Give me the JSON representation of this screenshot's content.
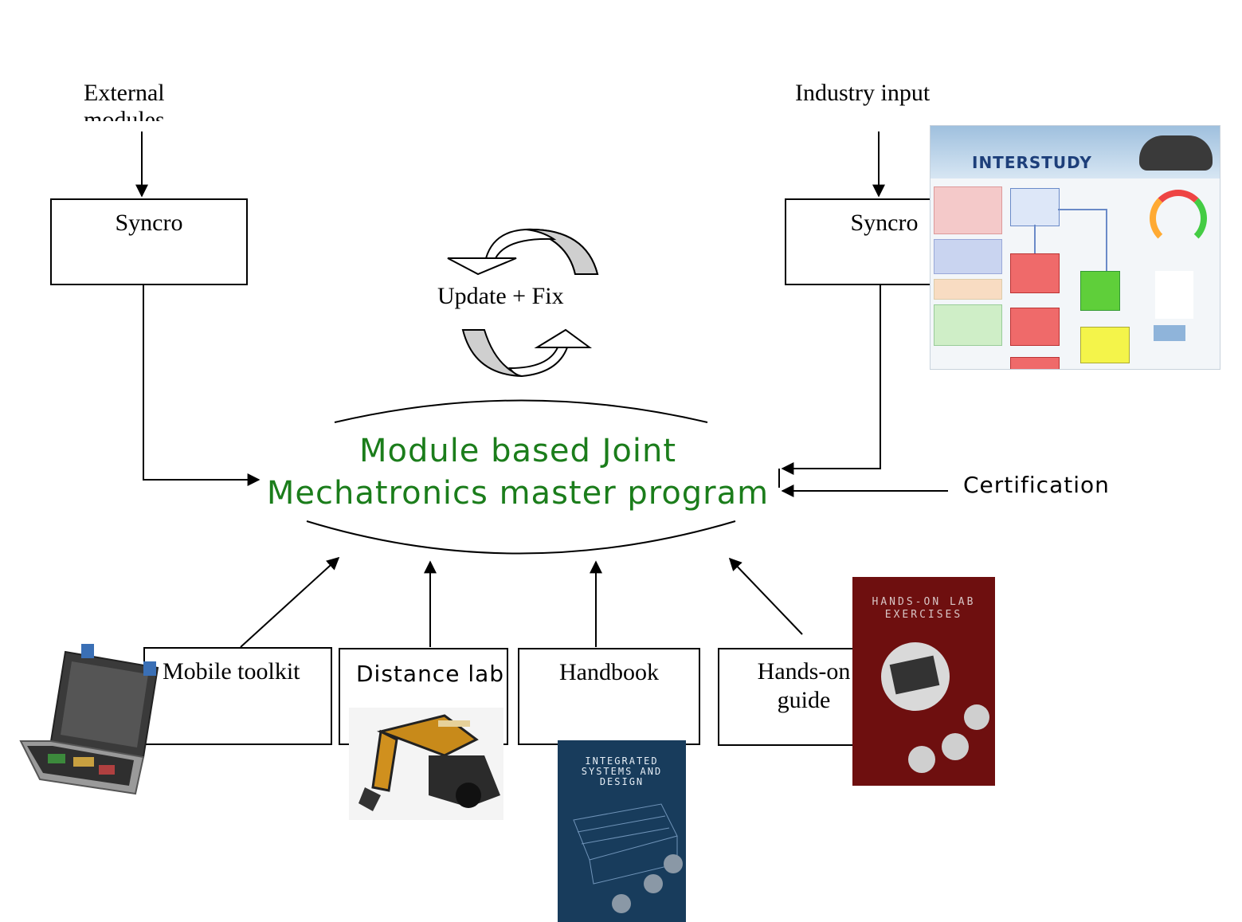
{
  "labels": {
    "external_modules": "External modules",
    "industry_input": "Industry input",
    "syncro_left": "Syncro",
    "syncro_right": "Syncro",
    "update_fix": "Update + Fix",
    "main_title_line1": "Module based Joint",
    "main_title_line2": "Mechatronics master program",
    "certification": "Certification",
    "mobile_toolkit": "Mobile toolkit",
    "distance_lab": "Distance lab",
    "handbook": "Handbook",
    "hands_on_guide": "Hands-on guide"
  },
  "book_covers": {
    "handbook_cover_title": "INTEGRATED SYSTEMS AND DESIGN",
    "lab_cover_title": "HANDS-ON LAB EXERCISES"
  },
  "screenshot_banner": "INTERSTUDY",
  "colors": {
    "title_green": "#1b7d1b",
    "arrow_gray_fill": "#cfcfcf",
    "cover_red": "#6e0f0f",
    "cover_blue": "#183c5c"
  }
}
